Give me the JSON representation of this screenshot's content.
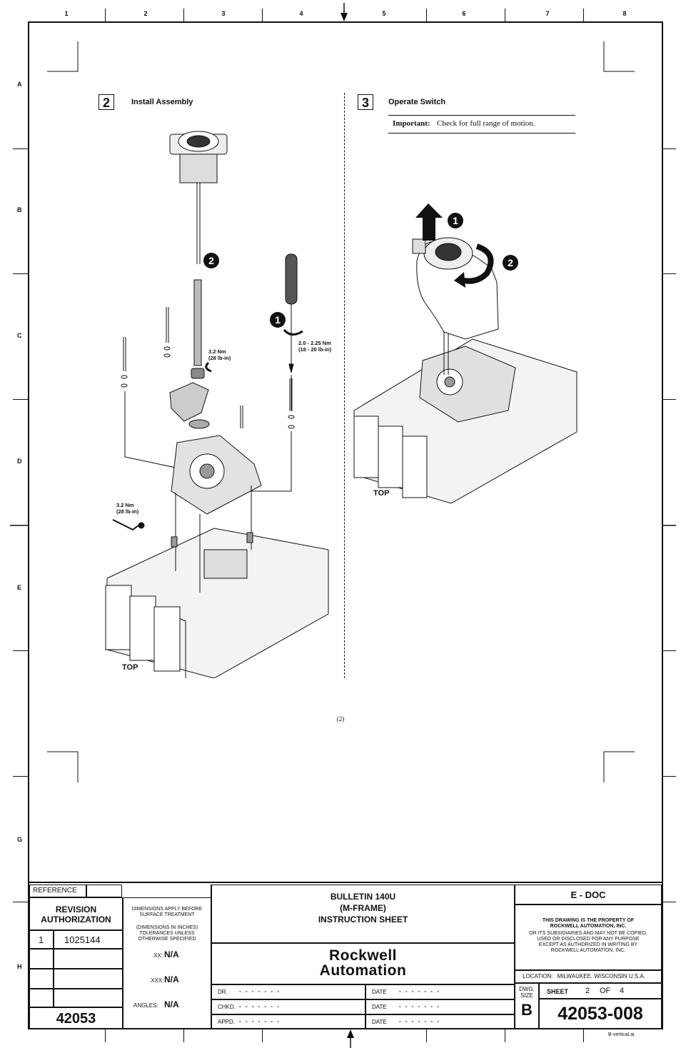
{
  "zones": {
    "columns": [
      "1",
      "2",
      "3",
      "4",
      "5",
      "6",
      "7",
      "8"
    ],
    "rows": [
      "A",
      "B",
      "C",
      "D",
      "E",
      "G",
      "H"
    ]
  },
  "step2": {
    "number": "2",
    "title": "Install Assembly",
    "torque_top": "3.2 Nm\n(28 lb-in)",
    "torque_screwdriver": "2.0 - 2.25 Nm\n(18 - 20 lb-in)",
    "torque_side": "3.2 Nm\n(28 lb-in)",
    "callout_1": "1",
    "callout_2": "2",
    "top_label": "TOP"
  },
  "step3": {
    "number": "3",
    "title": "Operate Switch",
    "important_label": "Important:",
    "important_text": "Check for full range of motion.",
    "callout_1": "1",
    "callout_2": "2",
    "top_label": "TOP"
  },
  "page_number": "(2)",
  "title_block": {
    "reference_label": "REFERENCE",
    "revision_authorization": "REVISION\nAUTHORIZATION",
    "rev_number": "1",
    "rev_value": "1025144",
    "drawing_base": "42053",
    "dimensions_note_1": "DIMENSIONS APPLY BEFORE\nSURFACE TREATMENT",
    "dimensions_note_2": "(DIMENSIONS IN INCHES)\nTOLERANCES UNLESS\nOTHERWISE SPECIFIED",
    "xx_label": ".XX:",
    "xx_value": "N/A",
    "xxx_label": ".XXX:",
    "xxx_value": "N/A",
    "angles_label": "ANGLES:",
    "angles_value": "N/A",
    "title": "BULLETIN 140U\n(M-FRAME)\nINSTRUCTION SHEET",
    "brand_line_1": "Rockwell",
    "brand_line_2": "Automation",
    "dr_label": "DR.",
    "chkd_label": "CHKD.",
    "appd_label": "APPD.",
    "date_label": "DATE",
    "dashes": "- - - - - - -",
    "edoc": "E - DOC",
    "property_note_1": "THIS DRAWING IS THE PROPERTY OF\nROCKWELL AUTOMATION, INC.",
    "property_note_2": "OR ITS SUBSIDIARIES AND MAY NOT BE COPIED,\nUSED OR DISCLOSED FOR ANY PURPOSE\nEXCEPT AS AUTHORIZED IN WRITING BY\nROCKWELL AUTOMATION, INC.",
    "location_label": "LOCATION:",
    "location_value": "MILWAUKEE,  WISCONSIN  U.S.A.",
    "dwg_size_label": "DWG.\nSIZE",
    "dwg_size_value": "B",
    "sheet_label": "SHEET",
    "sheet_value": "2",
    "of_label": "OF",
    "of_value": "4",
    "drawing_number": "42053-008"
  },
  "file_note": "B-vertical.ai"
}
